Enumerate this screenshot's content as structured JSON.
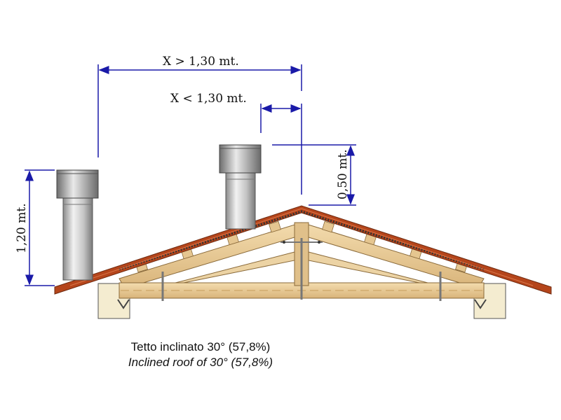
{
  "dimensions": {
    "far_distance": "X > 1,30 mt.",
    "near_distance": "X < 1,30 mt.",
    "near_height": "0,50 mt.",
    "far_height": "1,20 mt."
  },
  "caption": {
    "italian": "Tetto inclinato 30° (57,8%)",
    "english": "Inclined roof of 30° (57,8%)"
  },
  "colors": {
    "dimension_line": "#1a1aa8",
    "roof_tile": "#b5451b",
    "wood": "#e8cfa0",
    "chimney": "#c8c8c8"
  }
}
